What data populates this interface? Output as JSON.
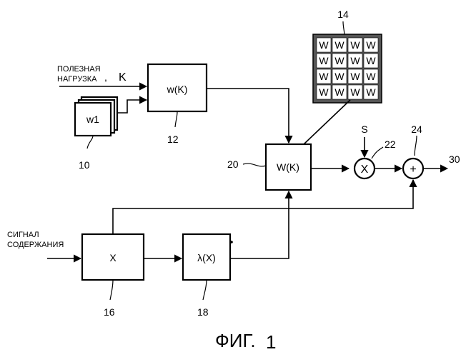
{
  "labels": {
    "payload_line1": "ПОЛЕЗНАЯ",
    "payload_line2": "НАГРУЗКА",
    "payload_comma": ",",
    "payload_k": "K",
    "signal_line1": "СИГНАЛ",
    "signal_line2": "СОДЕРЖАНИЯ",
    "s": "S"
  },
  "blocks": {
    "w1": "w1",
    "wk_small": "w(K)",
    "wk_big": "W(K)",
    "x": "X",
    "lambda": "λ(X)",
    "multiplier_symbol": "X",
    "adder_symbol": "+",
    "matrix_cell": "W"
  },
  "refs": {
    "r10": "10",
    "r12": "12",
    "r14": "14",
    "r16": "16",
    "r18": "18",
    "r20": "20",
    "r22": "22",
    "r24": "24",
    "r30": "30"
  },
  "caption": {
    "prefix": "ФИГ.",
    "number": "1"
  }
}
